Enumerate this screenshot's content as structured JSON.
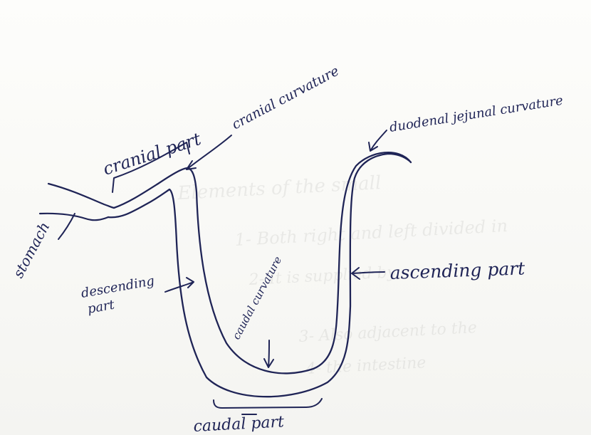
{
  "labels": {
    "cranial_part": "cranial part",
    "cranial_curvature": "cranial curvature",
    "duodenojejunal_curvature": "duodenal jejunal curvature",
    "stomach": "stomach",
    "descending_part": [
      "descending",
      "part"
    ],
    "ascending_part": "ascending part",
    "caudal_curvature": "caudal curvature",
    "caudal_part": "caudal part"
  }
}
